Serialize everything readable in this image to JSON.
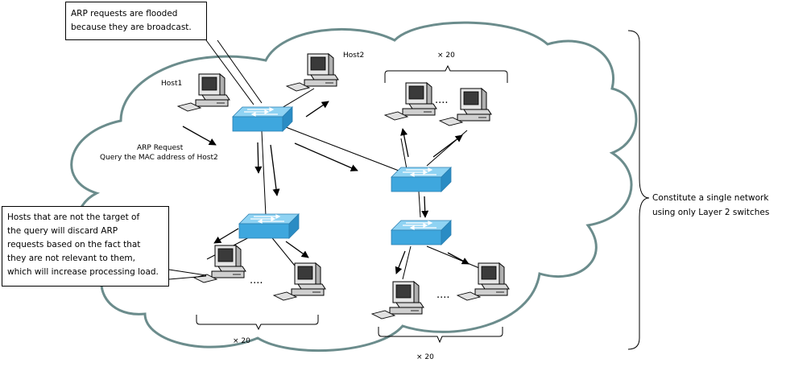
{
  "callouts": {
    "top": [
      "ARP requests are flooded",
      "because they are broadcast."
    ],
    "left": [
      "Hosts that are not the target of",
      "the query will discard ARP",
      "requests based on the fact that",
      "they are not relevant to them,",
      "which will increase processing load."
    ]
  },
  "labels": {
    "host1": "Host1",
    "host2": "Host2",
    "arp_request": "ARP Request",
    "arp_query": "Query the MAC address of Host2",
    "count_top_right": "× 20",
    "count_bottom_left": "× 20",
    "count_bottom_right": "× 20",
    "ellipsis_top_right": "....",
    "ellipsis_bottom_left": "....",
    "ellipsis_bottom_right": "...."
  },
  "side_note": [
    "Constitute a single network",
    "using only Layer 2 switches"
  ],
  "colors": {
    "cloud_stroke": "#6b8c8c",
    "switch_fill": "#3ea7de",
    "switch_top": "#8fd3f3",
    "arrow": "#000000",
    "callout_border": "#000000"
  }
}
